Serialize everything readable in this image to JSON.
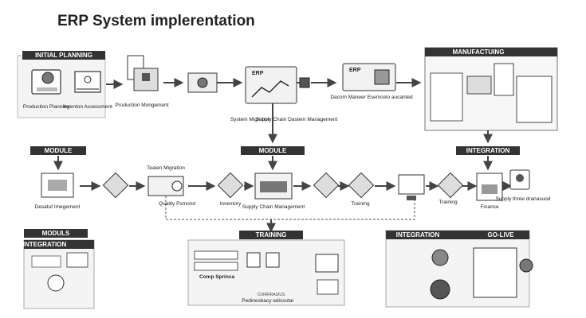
{
  "title": "ERP System implerentation",
  "sections": {
    "initial_planning": "INITIAL PLANNING",
    "manufacturing": "MANUFACTUING",
    "module_left": "MODULE",
    "module_center": "MODULE",
    "integration_right": "INTEGRATION",
    "moduls": "MODULS",
    "integration_left": "INTEGRATION",
    "training": "TRAINING",
    "integration_bottom": "INTEGRATION",
    "go_live": "GO-LIVE"
  },
  "labels": {
    "production_planning": "Production Planning",
    "inventon_assessment": "Inventon Assessment",
    "production_mongement": "Production Mongement",
    "erp_1": "ERP",
    "erp_2": "ERP",
    "system_migration": "System Migration",
    "supply_chain_dastem": "Supply Chain Dastem Management",
    "dacom_maneer": "Dacom Maneer Esemcelo aucanted",
    "desatuf_imegement": "Desatuf Imegement",
    "teaien_migration": "Teaien Migration",
    "quality_psmond": "Quality Psmond",
    "inventory": "Inventory",
    "supply_chain_management": "Supply Chain Management",
    "training": "Training",
    "training_2": "Training",
    "finance": "Finance",
    "supply_three": "Supply three dranasuod",
    "comp_sprinca": "Comp Sprinca",
    "pedinesbacy": "Pedinesbacy edissotar",
    "coirrrasius": "COIRRRASIUS"
  }
}
